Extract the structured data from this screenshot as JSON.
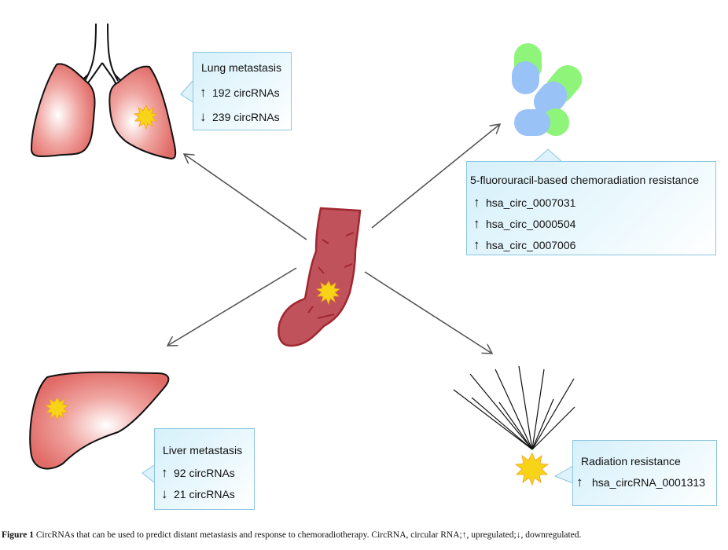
{
  "lung": {
    "title": "Lung metastasis",
    "up": {
      "symbol": "↑",
      "text": "192 circRNAs"
    },
    "down": {
      "symbol": "↓",
      "text": "239 circRNAs"
    }
  },
  "chemo": {
    "title": "5-fluorouracil-based chemoradiation resistance",
    "items": [
      {
        "symbol": "↑",
        "text": "hsa_circ_0007031"
      },
      {
        "symbol": "↑",
        "text": "hsa_circ_0000504"
      },
      {
        "symbol": "↑",
        "text": "hsa_circ_0007006"
      }
    ]
  },
  "liver": {
    "title": "Liver metastasis",
    "up": {
      "symbol": "↑",
      "text": "92 circRNAs"
    },
    "down": {
      "symbol": "↓",
      "text": "21 circRNAs"
    }
  },
  "radiation": {
    "title": "Radiation resistance",
    "items": [
      {
        "symbol": "↑",
        "text": "hsa_circRNA_0001313"
      }
    ]
  },
  "caption": {
    "label": "Figure 1",
    "text": " CircRNAs that can be used to predict distant metastasis and response to chemoradiotherapy. CircRNA, circular RNA;↑, upregulated;↓, downregulated."
  },
  "colors": {
    "organ_fill": "#e06a66",
    "colon_fill": "#c0525c",
    "colon_stroke": "#a02830",
    "tumor": "#f7d417",
    "pill_blue": "#99c2f7",
    "pill_green": "#8ef57a",
    "callout_border": "#8cc6e0",
    "arrow": "#555555"
  }
}
